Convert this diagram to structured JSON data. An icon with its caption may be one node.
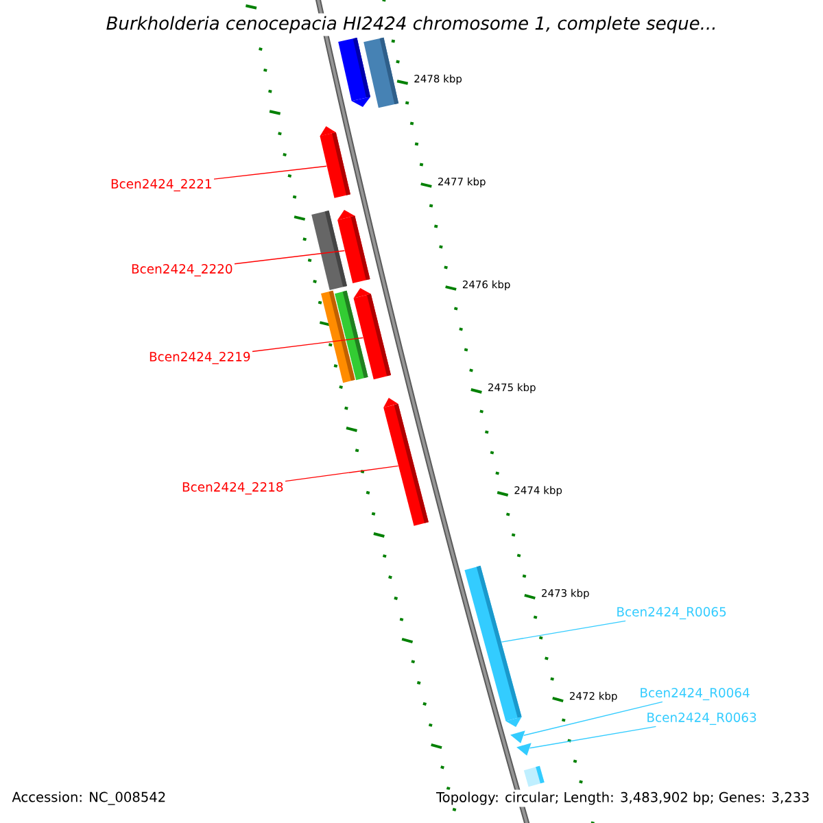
{
  "diagram": {
    "title": "*Burkholderia cenocepacia* HI2424 chromosome 1, complete seque...",
    "nodes": [
      {
        "text": [],
        "shape": "bar"
      },
      {
        "text": [],
        "shape": "bar"
      },
      {
        "text": [
          "Bcen2424_2221"
        ]
      },
      {
        "text": [],
        "shape": "bar"
      },
      {
        "text": [],
        "shape": "bar"
      },
      {
        "text": [],
        "shape": "bar"
      },
      {
        "text": [
          "Bcen2424_2220"
        ]
      },
      {
        "text": [],
        "shape": "bar"
      },
      {
        "text": [],
        "shape": "bar"
      },
      {
        "text": [],
        "shape": "bar"
      },
      {
        "text": [
          "Bcen2424_2219"
        ]
      },
      {
        "text": [
          "Bcen2424_2218"
        ]
      },
      {
        "text": [],
        "shape": "bar"
      },
      {
        "text": [],
        "shape": "bar"
      },
      {
        "text": [
          "Bcen2424_R0065"
        ]
      },
      {
        "text": [
          "Bcen2424_R0064"
        ]
      },
      {
        "text": [],
        "shape": "triangle"
      },
      {
        "text": [
          "Bcen2424_R0063"
        ]
      },
      {
        "text": [],
        "shape": "triangle"
      },
      {
        "text": [],
        "shape": "bar"
      }
    ],
    "edges": [
      {
        "from": 2,
        "to": 3,
        "arrow": "none"
      },
      {
        "from": 6,
        "to": 4,
        "arrow": "none"
      },
      {
        "from": 10,
        "to": 9,
        "arrow": "none"
      },
      {
        "from": 11,
        "to": 12,
        "arrow": "none"
      },
      {
        "from": 14,
        "to": 13,
        "arrow": "none",
        "color": "#33ccff"
      },
      {
        "from": 15,
        "to": 16,
        "arrow": "none",
        "color": "#33ccff"
      },
      {
        "from": 17,
        "to": 18,
        "arrow": "none",
        "color": "#33ccff"
      }
    ],
    "labels": [
      "2478 kbp",
      "2477 kbp",
      "2476 kbp",
      "2475 kbp",
      "2474 kbp",
      "2473 kbp",
      "2472 kbp",
      "Accession: NC_008542",
      "Topology: circular; Length: 3,483,902 bp; Genes: 3,233"
    ]
  }
}
